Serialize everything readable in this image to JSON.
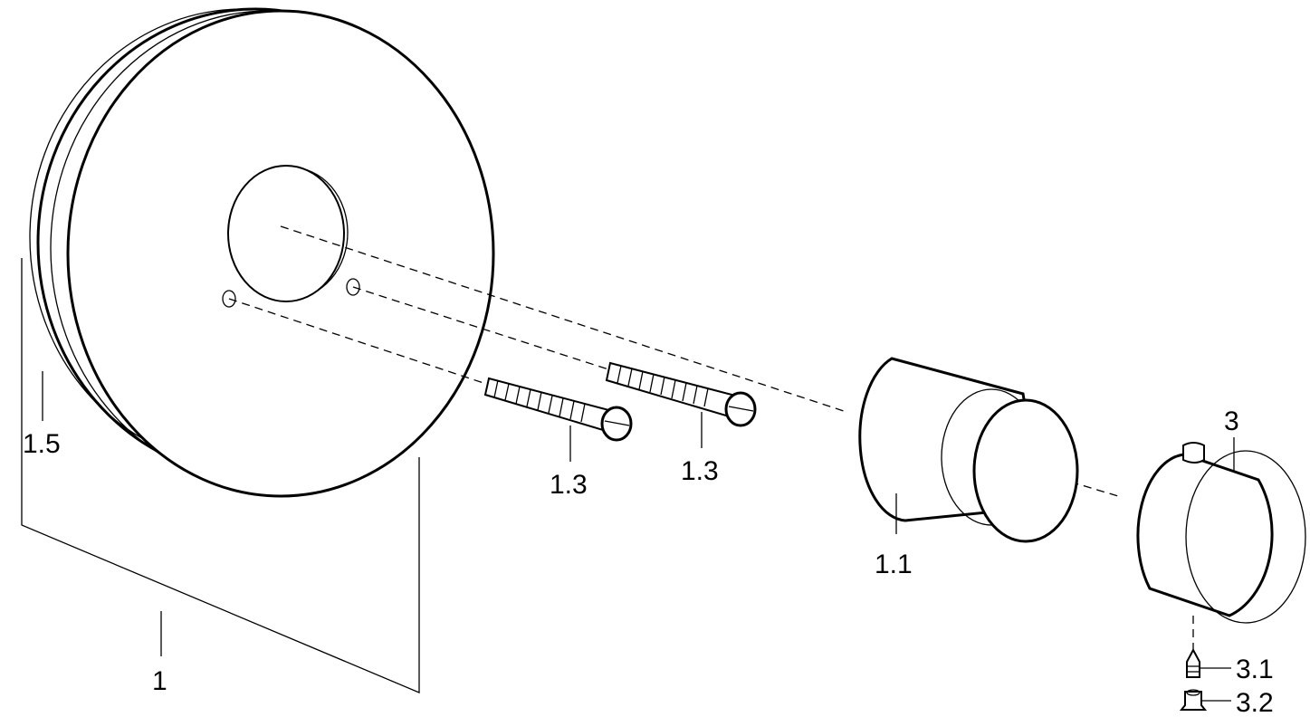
{
  "diagram": {
    "labels": {
      "part_1": "1",
      "part_1_5": "1.5",
      "part_1_3_a": "1.3",
      "part_1_3_b": "1.3",
      "part_1_1": "1.1",
      "part_3": "3",
      "part_3_1": "3.1",
      "part_3_2": "3.2"
    },
    "line_color": "#000000",
    "background": "#ffffff"
  }
}
